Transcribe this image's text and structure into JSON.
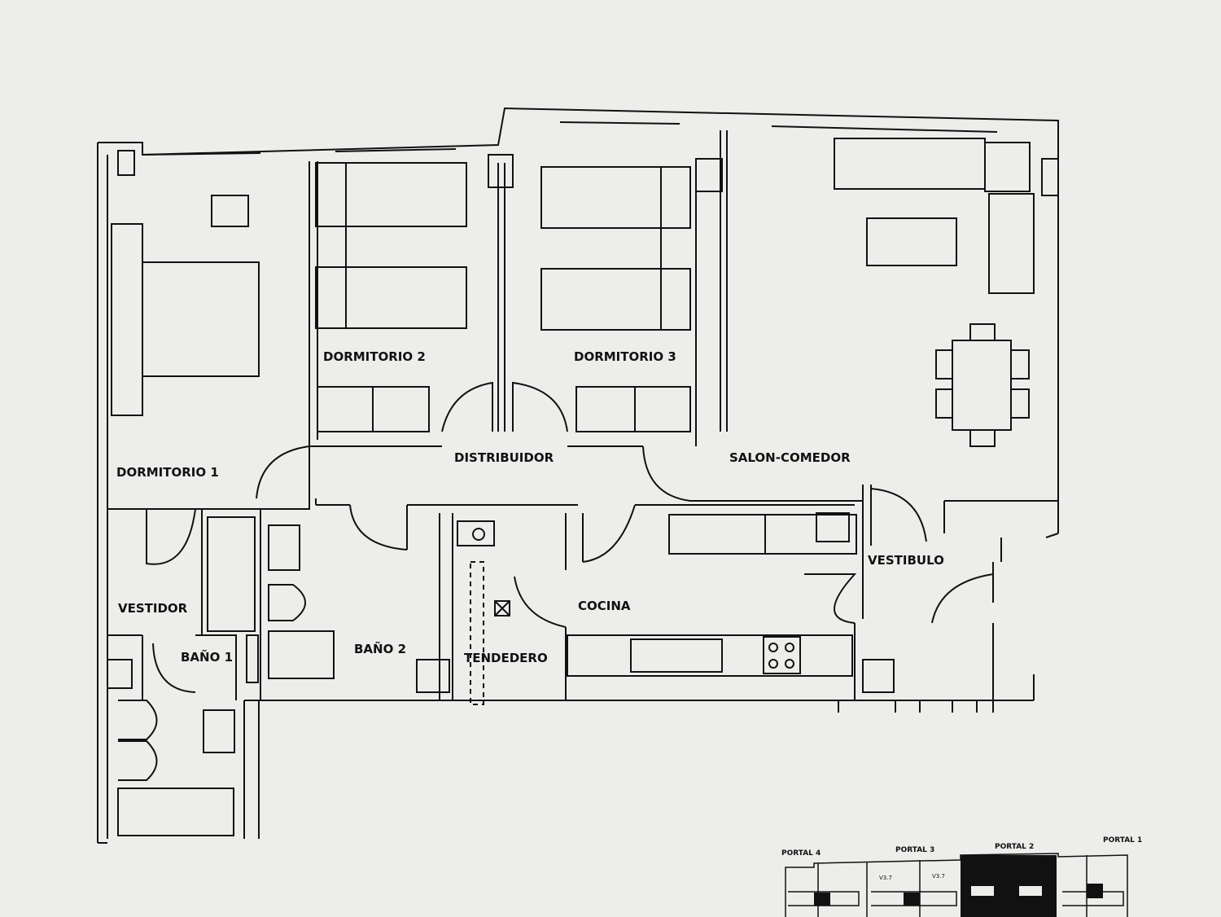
{
  "rooms": {
    "dormitorio_1": "DORMITORIO 1",
    "dormitorio_2": "DORMITORIO 2",
    "dormitorio_3": "DORMITORIO 3",
    "distribuidor": "DISTRIBUIDOR",
    "salon_comedor": "SALON-COMEDOR",
    "vestidor": "VESTIDOR",
    "bano_1": "BAÑO 1",
    "bano_2": "BAÑO 2",
    "tendedero": "TENDEDERO",
    "cocina": "COCINA",
    "vestibulo": "VESTIBULO"
  },
  "key_plan": {
    "portal_4": "PORTAL 4",
    "portal_3": "PORTAL 3",
    "portal_2": "PORTAL 2",
    "portal_1": "PORTAL 1",
    "unit_a": "V3.7",
    "unit_b": "V3.7"
  },
  "colors": {
    "paper": "#ededeb",
    "ink": "#111111"
  }
}
